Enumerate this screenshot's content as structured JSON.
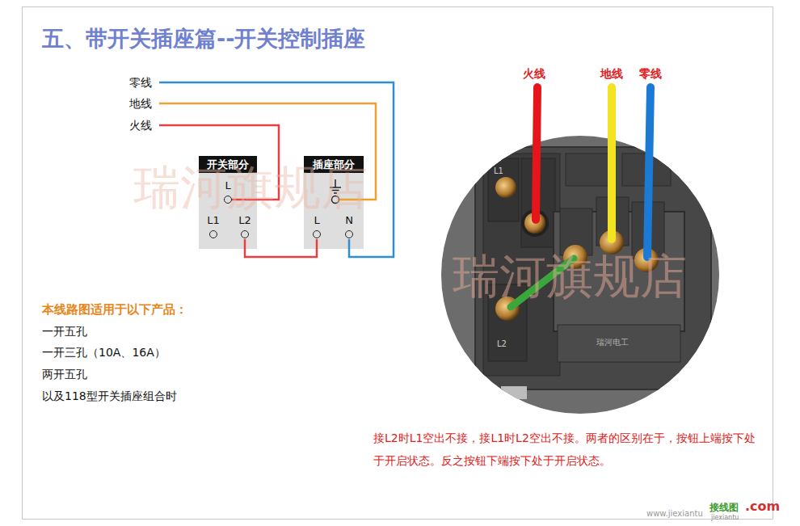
{
  "diagram": {
    "title": "五、带开关插座篇--开关控制插座",
    "nodes": [
      {
        "text": [
          "开关部分"
        ]
      },
      {
        "text": [
          "L"
        ],
        "in": 0
      },
      {
        "text": [
          "L1"
        ],
        "in": 0
      },
      {
        "text": [
          "L2"
        ],
        "in": 0
      },
      {
        "text": [
          "插座部分"
        ]
      },
      {
        "text": [
          "L"
        ],
        "in": 4
      },
      {
        "text": [
          "N"
        ],
        "in": 4
      }
    ],
    "edges": [
      {
        "from": 3,
        "to": 5,
        "arrow": "none"
      }
    ],
    "labels": [
      "零线",
      "地线",
      "火线",
      "本线路图适用于以下产品：",
      "一开五孔",
      "一开三孔（10A、16A）",
      "两开五孔",
      "以及118型开关插座组合时",
      "火线",
      "地线",
      "零线",
      "接L2时L1空出不接，接L1时L2空出不接。两者的区别在于，按钮上端按下处于开启状态。反之按钮下端按下处于开启状态。",
      "瑞河旗规店",
      "瑞河旗规店",
      "L1",
      "L2",
      "瑞河电工",
      "www.jiexiantu",
      "接线图",
      ".com",
      "jiexiantu"
    ]
  }
}
